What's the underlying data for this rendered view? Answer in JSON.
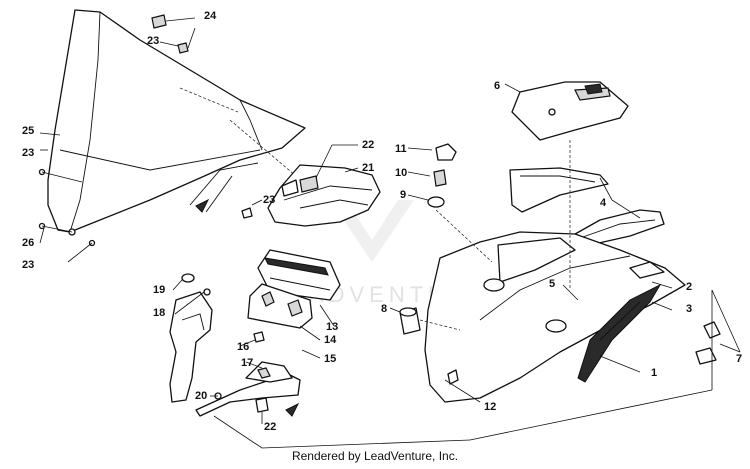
{
  "diagram": {
    "callouts": {
      "c1": "1",
      "c2": "2",
      "c3": "3",
      "c4": "4",
      "c5": "5",
      "c6": "6",
      "c7": "7",
      "c8": "8",
      "c9": "9",
      "c10": "10",
      "c11": "11",
      "c12": "12",
      "c13": "13",
      "c14": "14",
      "c15": "15",
      "c16": "16",
      "c17": "17",
      "c18": "18",
      "c19": "19",
      "c20": "20",
      "c21": "21",
      "c22a": "22",
      "c22b": "22",
      "c23a": "23",
      "c23b": "23",
      "c23c": "23",
      "c23d": "23",
      "c24": "24",
      "c25": "25",
      "c26": "26"
    },
    "watermark": "LEADVENTURE"
  },
  "footer": {
    "rendered_by": "Rendered by LeadVenture, Inc."
  }
}
